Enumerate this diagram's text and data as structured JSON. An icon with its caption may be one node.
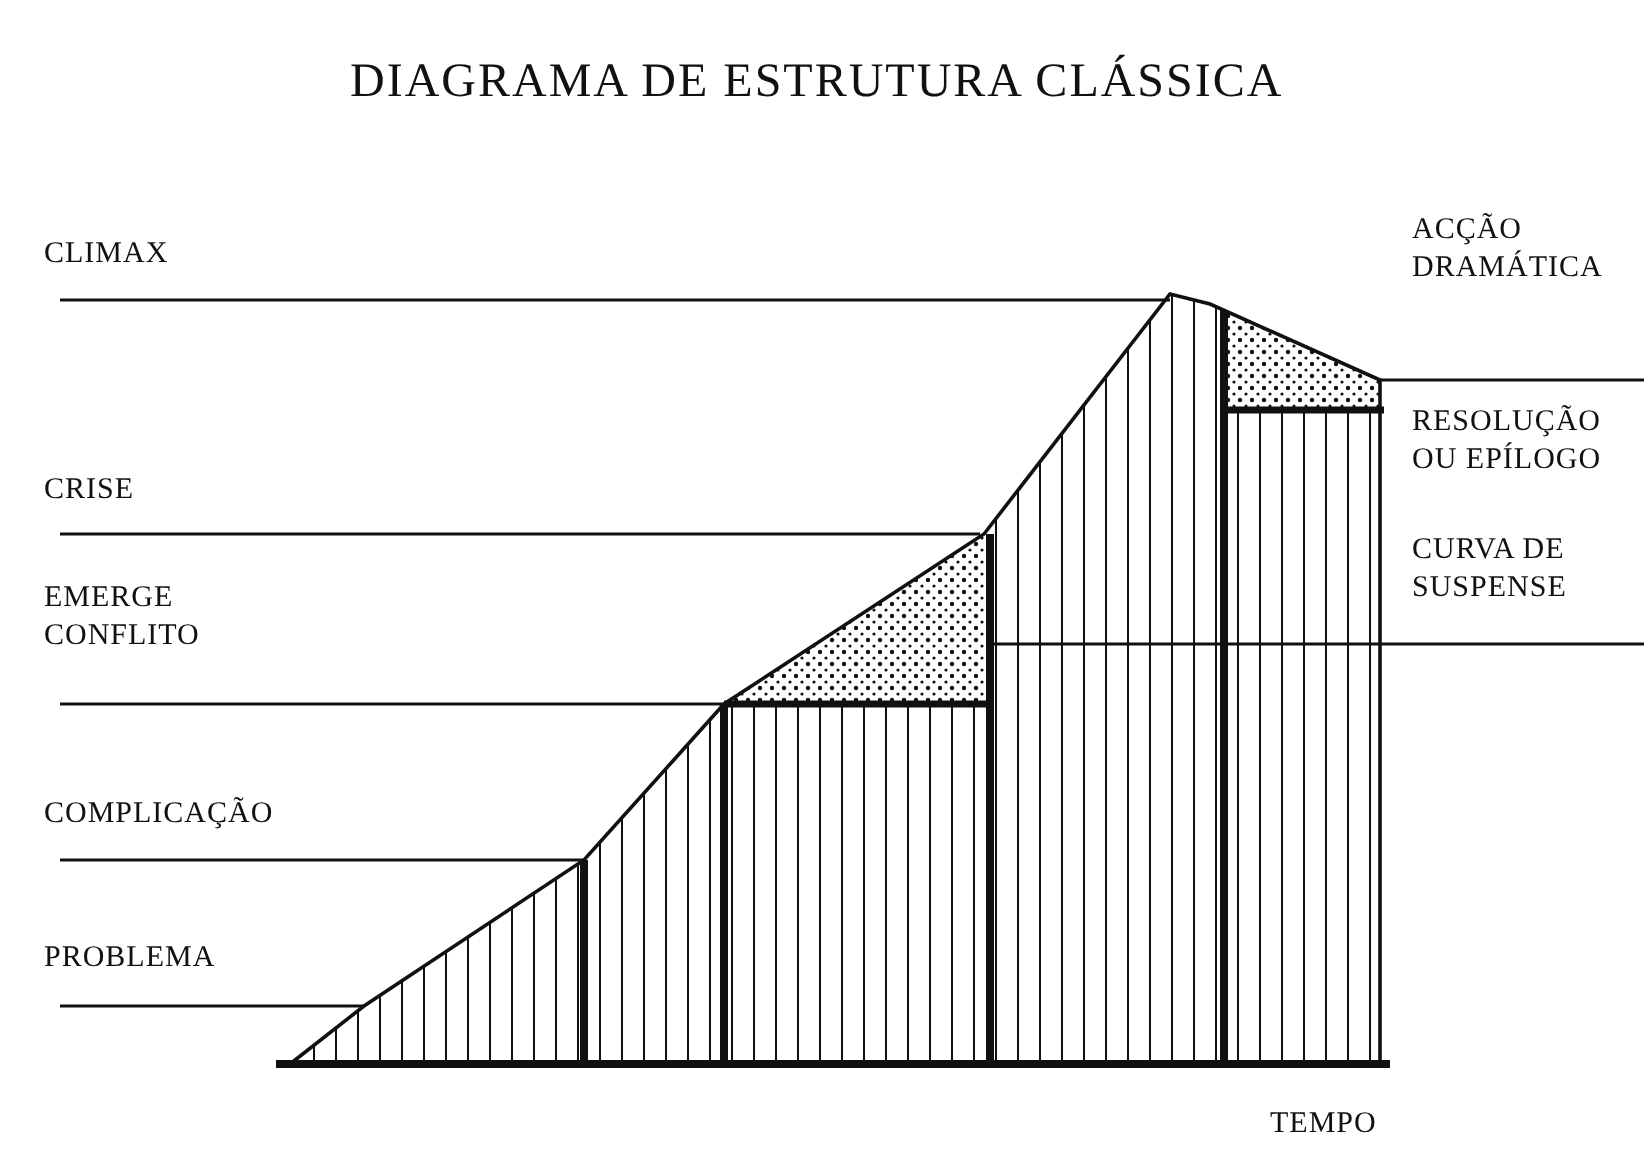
{
  "diagram": {
    "title": "DIAGRAMA DE ESTRUTURA CLÁSSICA",
    "labels": [
      "CLIMAX",
      "ACÇÃO DRAMÁTICA",
      "RESOLUÇÃO OU EPÍLOGO",
      "CRISE",
      "CURVA DE SUSPENSE",
      "EMERGE CONFLITO",
      "COMPLICAÇÃO",
      "PROBLEMA",
      "TEMPO"
    ]
  }
}
